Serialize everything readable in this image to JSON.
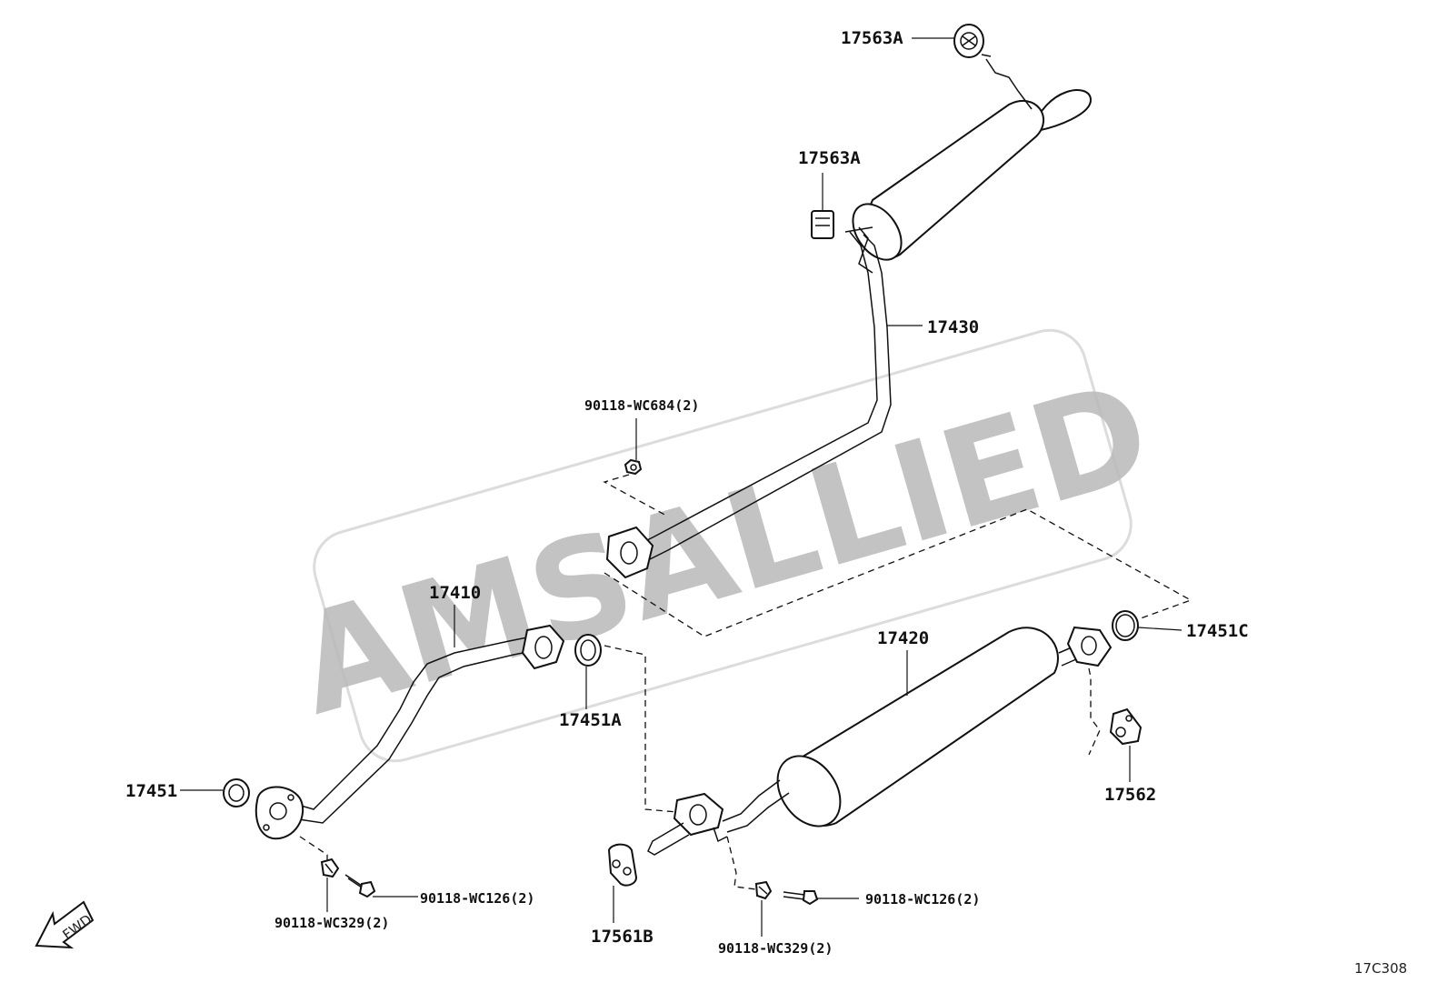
{
  "watermark": {
    "text": "AMSALLIED"
  },
  "diagram_ref": "17C308",
  "fwd_label": "FWD",
  "parts": {
    "p17563A_top": "17563A",
    "p17563A_mid": "17563A",
    "p17430": "17430",
    "p90118_WC684": "90118-WC684(2)",
    "p17410": "17410",
    "p17420": "17420",
    "p17451C": "17451C",
    "p17451A": "17451A",
    "p17451": "17451",
    "p17562": "17562",
    "p90118_WC126_left": "90118-WC126(2)",
    "p90118_WC329_left": "90118-WC329(2)",
    "p17561B": "17561B",
    "p90118_WC126_right": "90118-WC126(2)",
    "p90118_WC329_right": "90118-WC329(2)"
  }
}
